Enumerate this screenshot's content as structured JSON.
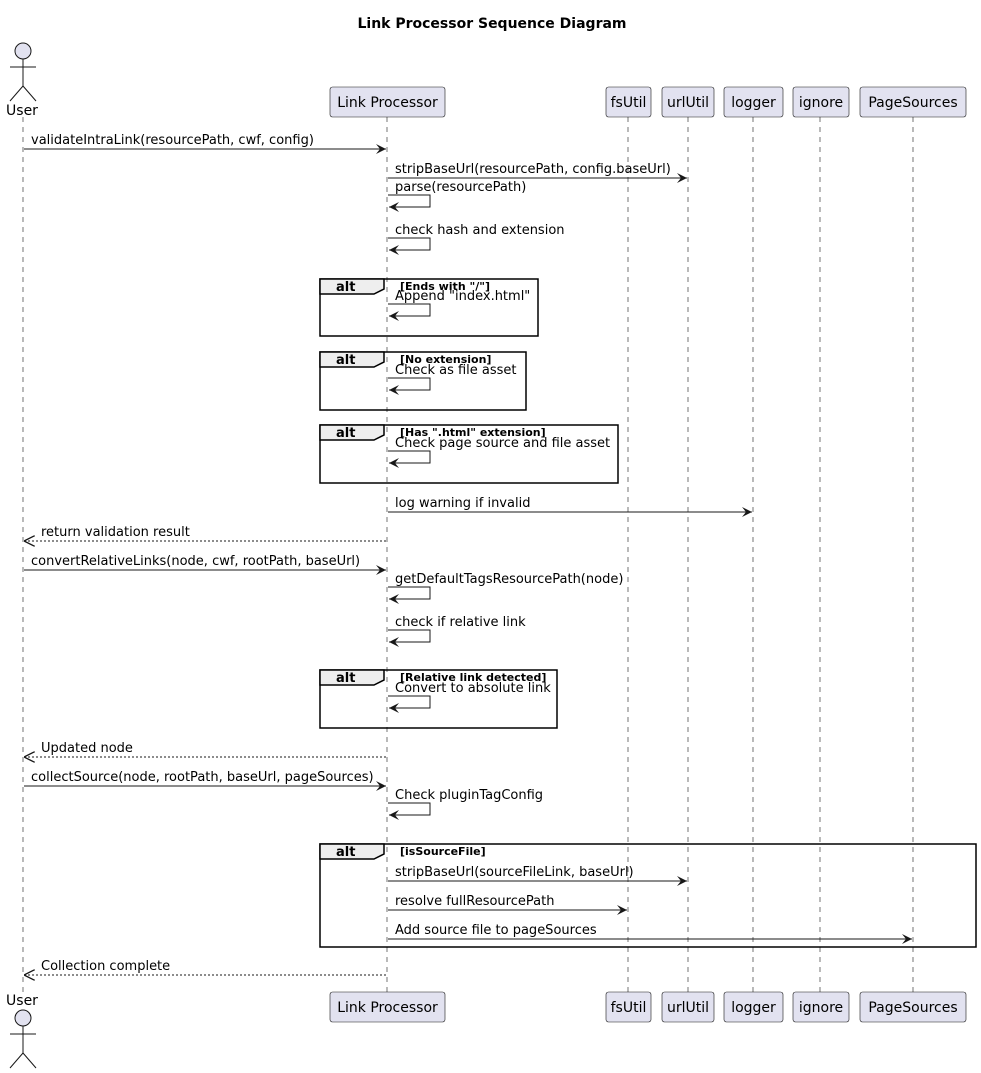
{
  "title": "Link Processor Sequence Diagram",
  "participants": [
    {
      "id": "user",
      "label": "User",
      "kind": "actor"
    },
    {
      "id": "lp",
      "label": "Link Processor",
      "kind": "box"
    },
    {
      "id": "fs",
      "label": "fsUtil",
      "kind": "box"
    },
    {
      "id": "url",
      "label": "urlUtil",
      "kind": "box"
    },
    {
      "id": "log",
      "label": "logger",
      "kind": "box"
    },
    {
      "id": "ign",
      "label": "ignore",
      "kind": "box"
    },
    {
      "id": "ps",
      "label": "PageSources",
      "kind": "box"
    }
  ],
  "messages": [
    {
      "from": "user",
      "to": "lp",
      "text": "validateIntraLink(resourcePath, cwf, config)",
      "kind": "call"
    },
    {
      "from": "lp",
      "to": "url",
      "text": "stripBaseUrl(resourcePath, config.baseUrl)",
      "kind": "call"
    },
    {
      "from": "lp",
      "to": "lp",
      "text": "parse(resourcePath)",
      "kind": "self"
    },
    {
      "from": "lp",
      "to": "lp",
      "text": "check hash and extension",
      "kind": "self"
    },
    {
      "from": "lp",
      "to": "lp",
      "text": "Append \"index.html\"",
      "kind": "self",
      "fragment": 0
    },
    {
      "from": "lp",
      "to": "lp",
      "text": "Check as file asset",
      "kind": "self",
      "fragment": 1
    },
    {
      "from": "lp",
      "to": "lp",
      "text": "Check page source and file asset",
      "kind": "self",
      "fragment": 2
    },
    {
      "from": "lp",
      "to": "log",
      "text": "log warning if invalid",
      "kind": "call"
    },
    {
      "from": "lp",
      "to": "user",
      "text": "return validation result",
      "kind": "return"
    },
    {
      "from": "user",
      "to": "lp",
      "text": "convertRelativeLinks(node, cwf, rootPath, baseUrl)",
      "kind": "call"
    },
    {
      "from": "lp",
      "to": "lp",
      "text": "getDefaultTagsResourcePath(node)",
      "kind": "self"
    },
    {
      "from": "lp",
      "to": "lp",
      "text": "check if relative link",
      "kind": "self"
    },
    {
      "from": "lp",
      "to": "lp",
      "text": "Convert to absolute link",
      "kind": "self",
      "fragment": 3
    },
    {
      "from": "lp",
      "to": "user",
      "text": "Updated node",
      "kind": "return"
    },
    {
      "from": "user",
      "to": "lp",
      "text": "collectSource(node, rootPath, baseUrl, pageSources)",
      "kind": "call"
    },
    {
      "from": "lp",
      "to": "lp",
      "text": "Check pluginTagConfig",
      "kind": "self"
    },
    {
      "from": "lp",
      "to": "url",
      "text": "stripBaseUrl(sourceFileLink, baseUrl)",
      "kind": "call",
      "fragment": 4
    },
    {
      "from": "lp",
      "to": "fs",
      "text": "resolve fullResourcePath",
      "kind": "call",
      "fragment": 4
    },
    {
      "from": "lp",
      "to": "ps",
      "text": "Add source file to pageSources",
      "kind": "call",
      "fragment": 4
    },
    {
      "from": "lp",
      "to": "user",
      "text": "Collection complete",
      "kind": "return"
    }
  ],
  "fragments": [
    {
      "operator": "alt",
      "condition": "[Ends with \"/\"]"
    },
    {
      "operator": "alt",
      "condition": "[No extension]"
    },
    {
      "operator": "alt",
      "condition": "[Has \".html\" extension]"
    },
    {
      "operator": "alt",
      "condition": "[Relative link detected]"
    },
    {
      "operator": "alt",
      "condition": "[isSourceFile]"
    }
  ],
  "colors": {
    "participant_fill": "#e2e2f0",
    "participant_border": "#181818",
    "lifeline": "#181818",
    "fragment_header_fill": "#eeeeee",
    "text": "#000000"
  }
}
